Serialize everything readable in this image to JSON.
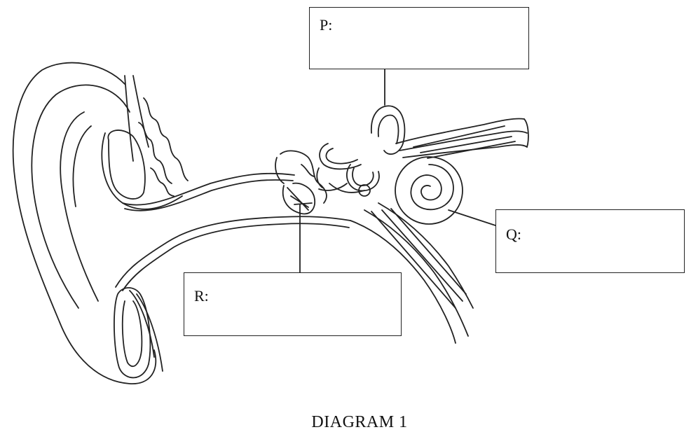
{
  "labels": {
    "p": "P:",
    "q": "Q:",
    "r": "R:"
  },
  "caption": "DIAGRAM 1",
  "colors": {
    "line": "#222222",
    "background": "#ffffff"
  }
}
